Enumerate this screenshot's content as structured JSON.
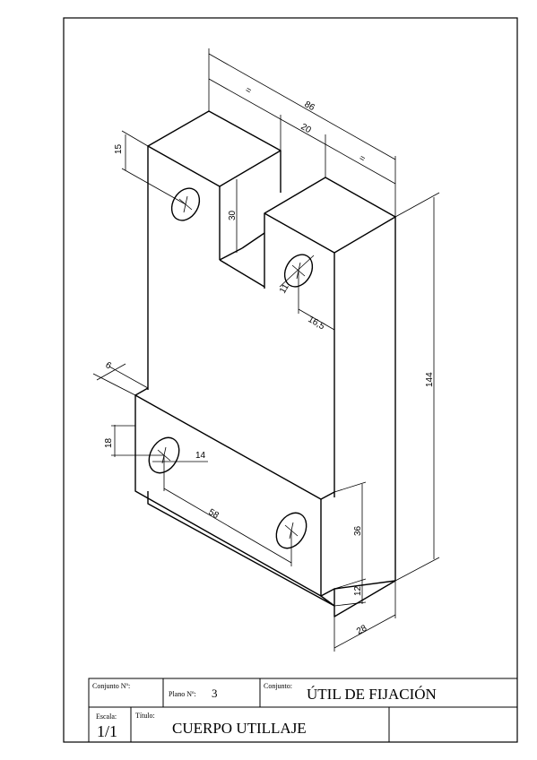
{
  "dimensions": {
    "total_width": "86",
    "equal_left": "=",
    "equal_right": "=",
    "slot_width": "20",
    "hole_top_offset": "15",
    "slot_depth": "30",
    "hole_diameter_upper": "11",
    "hole_offset_upper": "16,5",
    "total_height": "144",
    "base_step": "6",
    "hole_offset_base": "18",
    "hole_diameter_base": "14",
    "hole_spacing": "58",
    "base_height": "36",
    "base_bottom": "12",
    "depth": "28"
  },
  "title_block": {
    "conjunto_no_label": "Conjunto Nº:",
    "plano_no_label": "Plano Nº:",
    "plano_no_value": "3",
    "conjunto_label": "Conjunto:",
    "conjunto_value": "ÚTIL DE FIJACIÓN",
    "escala_label": "Escala:",
    "escala_value": "1/1",
    "titulo_label": "Título:",
    "titulo_value": "CUERPO UTILLAJE"
  }
}
